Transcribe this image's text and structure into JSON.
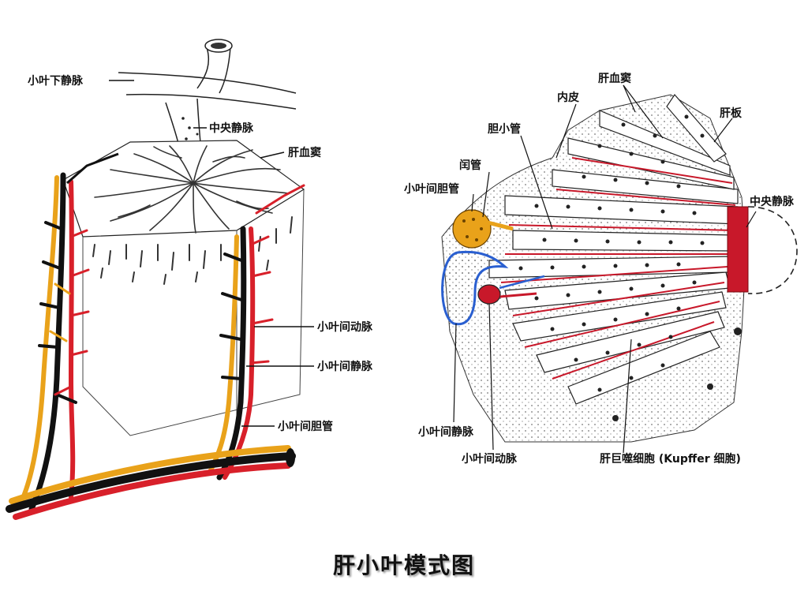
{
  "title": "肝小叶模式图",
  "left_labels": {
    "sublobular_vein": "小叶下静脉",
    "central_vein": "中央静脉",
    "hepatic_sinusoid": "肝血窦",
    "interlobular_artery": "小叶间动脉",
    "interlobular_vein": "小叶间静脉",
    "interlobular_bile_duct": "小叶间胆管"
  },
  "right_labels": {
    "hepatic_sinusoid": "肝血窦",
    "endothelium": "内皮",
    "bile_canaliculus": "胆小管",
    "hepatic_plate": "肝板",
    "canal_of_hering": "闰管",
    "interlobular_bile_duct": "小叶间胆管",
    "central_vein": "中央静脉",
    "interlobular_vein": "小叶间静脉",
    "interlobular_artery": "小叶间动脉",
    "kupffer_cell": "肝巨噬细胞 (Kupffer 细胞)"
  },
  "colors": {
    "artery": "#d8202a",
    "vein": "#111111",
    "bile_duct": "#e9a21a",
    "portal_vein_outline": "#2a5fd0"
  }
}
